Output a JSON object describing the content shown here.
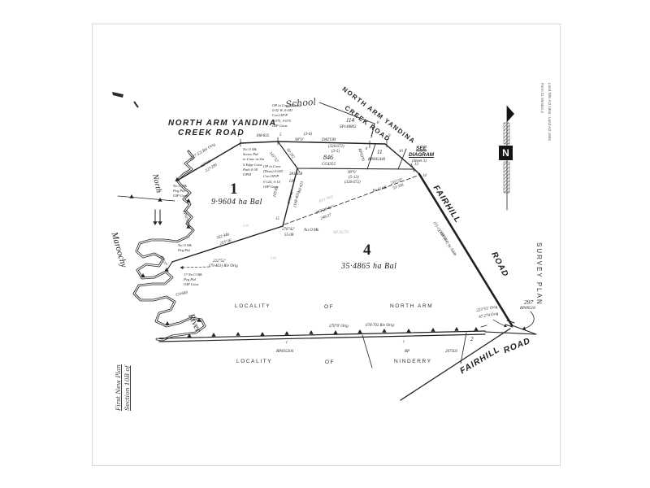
{
  "colors": {
    "ink": "#1c1c1c",
    "paper": "#ffffff",
    "faint": "#b3b0ab"
  },
  "edge_notes": {
    "act": "Land Title Act 1994  :  Land Act 1994",
    "form": "Form 21 Version 4",
    "survey_plan": "SURVEY PLAN",
    "handwritten_1": "First New Plan",
    "handwritten_2": "Section 10B of",
    "school": "School",
    "north": "N"
  },
  "roads": {
    "creek_top_1": "NORTH ARM YANDINA",
    "creek_top_2": "CREEK ROAD",
    "creek_diag_1": "NORTH ARM YANDINA",
    "creek_diag_2": "CREEK ROAD",
    "fairhill_upper_1": "FAIRHILL",
    "fairhill_upper_2": "ROAD",
    "fairhill_lower_1": "FAIRHILL",
    "fairhill_lower_2": "ROAD"
  },
  "river": {
    "name_1": "North",
    "name_2": "Maroochy",
    "name_3": "River",
    "plan": "RP97395",
    "note": "C3/668"
  },
  "localities": {
    "north_arm": [
      "LOCALITY",
      "OF",
      "NORTH ARM"
    ],
    "ninderry": [
      "LOCALITY",
      "OF",
      "NINDERRY"
    ]
  },
  "lots": {
    "lot1": {
      "num": "1",
      "area": "9·9604 ha Bal"
    },
    "lot4": {
      "num": "4",
      "area": "35·4865 ha Bal"
    },
    "lot2": {
      "num": "2"
    },
    "lot846": {
      "num": "846",
      "plan": "CG4355"
    },
    "lot114": {
      "num": "114",
      "plan": "SP148802"
    },
    "lot11": {
      "num": "11",
      "plan": "RP845440"
    },
    "lot297": {
      "num": "297",
      "plan": "RP89518"
    },
    "road_parcel": "RP9370",
    "rp835304": "RP835304",
    "rp_part": "RP",
    "rp17805": "RP17805",
    "rp20279": "RP20279"
  },
  "ref": {
    "see_1": "SEE",
    "see_2": "DIAGRAM",
    "see_3": "(Sheet 3)"
  },
  "points": {
    "p3": "3",
    "p5": "5",
    "p6": "6",
    "p7": "7",
    "p8": "8",
    "p9": "9",
    "p10": "10",
    "p13": "13",
    "p14": "14",
    "p15": "15",
    "t1a": "1",
    "t1b": "1"
  },
  "measures": {
    "riv_227": "(227·32) Riv Orig",
    "b_62_30": "62°30'",
    "d_227_285": "227·285",
    "d_108_835": "108·835",
    "b_143_52": "143°52'",
    "d_50_292": "50·292",
    "seg_3_6": "(3-6)",
    "b_90_datum_a": "90°0'",
    "b_90_datum_b": "DATUM",
    "d_326_672_a": "(326·672)",
    "seg_3_5": "(3-5)",
    "d_381_658": "381·658",
    "b_90_0": "90°0'",
    "seg_5_13": "(5-13)",
    "d_326_672_b": "(326·672)",
    "d_105_85": "105·85",
    "b_0_31_40": "0°31'40\"",
    "d_168_403": "(168·403)",
    "lp": "LP",
    "d_60_423": "60·423",
    "b_276_42": "276°42'",
    "d_55_08": "55·08",
    "b_242_26_40": "242°26'40\"",
    "d_248_27": "248·27",
    "b_235_35": "235°35'",
    "d_53_358": "53·358",
    "d_352_346": "352·346",
    "b_253_36": "253°36'",
    "b_222_52": "222°52'",
    "d_79_461": "(79·461) Riv Orig",
    "b_63_27": "63°27'",
    "b_270_orig": "270°0' Orig",
    "d_678_702": "678·702 Riv Orig",
    "b_223_53": "223°53' Orig",
    "d_47_274": "47·274 Orig",
    "d_207503": "207503",
    "b_153_2": "(15-1) 153°2'",
    "d_368_084": "(368·084) by Addn"
  },
  "marks": {
    "peg_a": "No O Mk\nPeg Ptd\nOIP Gone",
    "screw": "No O Mk\nScrew Ptd\nin Conc at Stn\nS Edge Conc\nPath 0·38\nOPM",
    "op1": "OP in Conc (Dists)\n0·02 W, 0·041\nCon OP/P\n0·075, 0·075\nOIP Gone",
    "op2": "OP in Conc\n(Dists) 0·045\nCon OP/P\n0·125, 0·14\nOIP Gone",
    "peg_b": "No O Mk\nPeg Ptd",
    "peg_17": "17 No O Mk\nPeg Ptd\nOIP Gone",
    "no_mk_1": "No O Mk",
    "no_mk_2": "No O Mk"
  },
  "faint_marks": [
    "Lot",
    "Lot"
  ]
}
